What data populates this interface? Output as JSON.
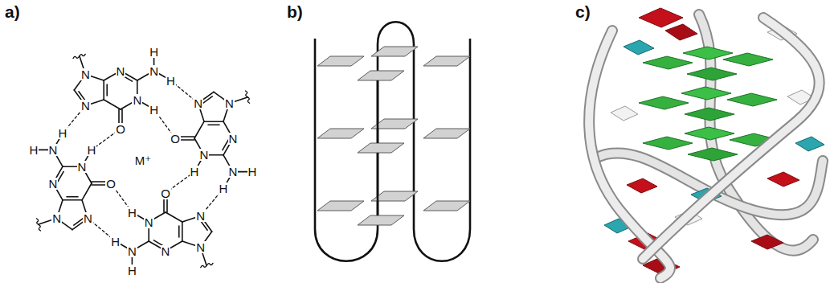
{
  "diagram": {
    "labels": [
      "a)",
      "N",
      "H",
      "N",
      "N",
      "N",
      "N",
      "H",
      "H",
      "O",
      "N",
      "H",
      "N",
      "N",
      "N",
      "N",
      "H",
      "H",
      "O",
      "N",
      "H",
      "N",
      "N",
      "N",
      "N",
      "H",
      "H",
      "O",
      "N",
      "H",
      "N",
      "N",
      "N",
      "N",
      "H",
      "H",
      "O",
      "M⁺",
      "b)",
      "c)"
    ]
  }
}
